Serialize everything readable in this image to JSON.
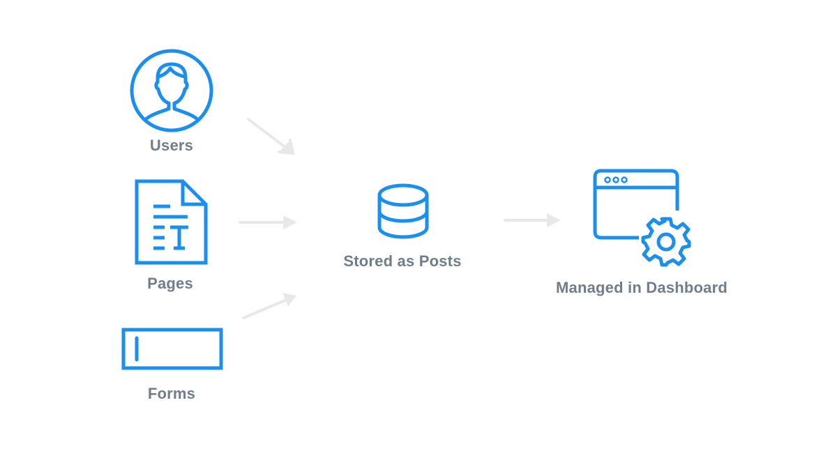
{
  "diagram": {
    "colors": {
      "icon": "#1a8ff0",
      "label": "#6f7d8c",
      "arrow": "#e6e8ea",
      "background": "#ffffff"
    },
    "sources": [
      {
        "label": "Users",
        "icon": "user-avatar-icon"
      },
      {
        "label": "Pages",
        "icon": "document-icon"
      },
      {
        "label": "Forms",
        "icon": "form-field-icon"
      }
    ],
    "store": {
      "label": "Stored as Posts",
      "icon": "database-icon"
    },
    "manager": {
      "label": "Managed in Dashboard",
      "icon": "browser-settings-icon"
    }
  }
}
